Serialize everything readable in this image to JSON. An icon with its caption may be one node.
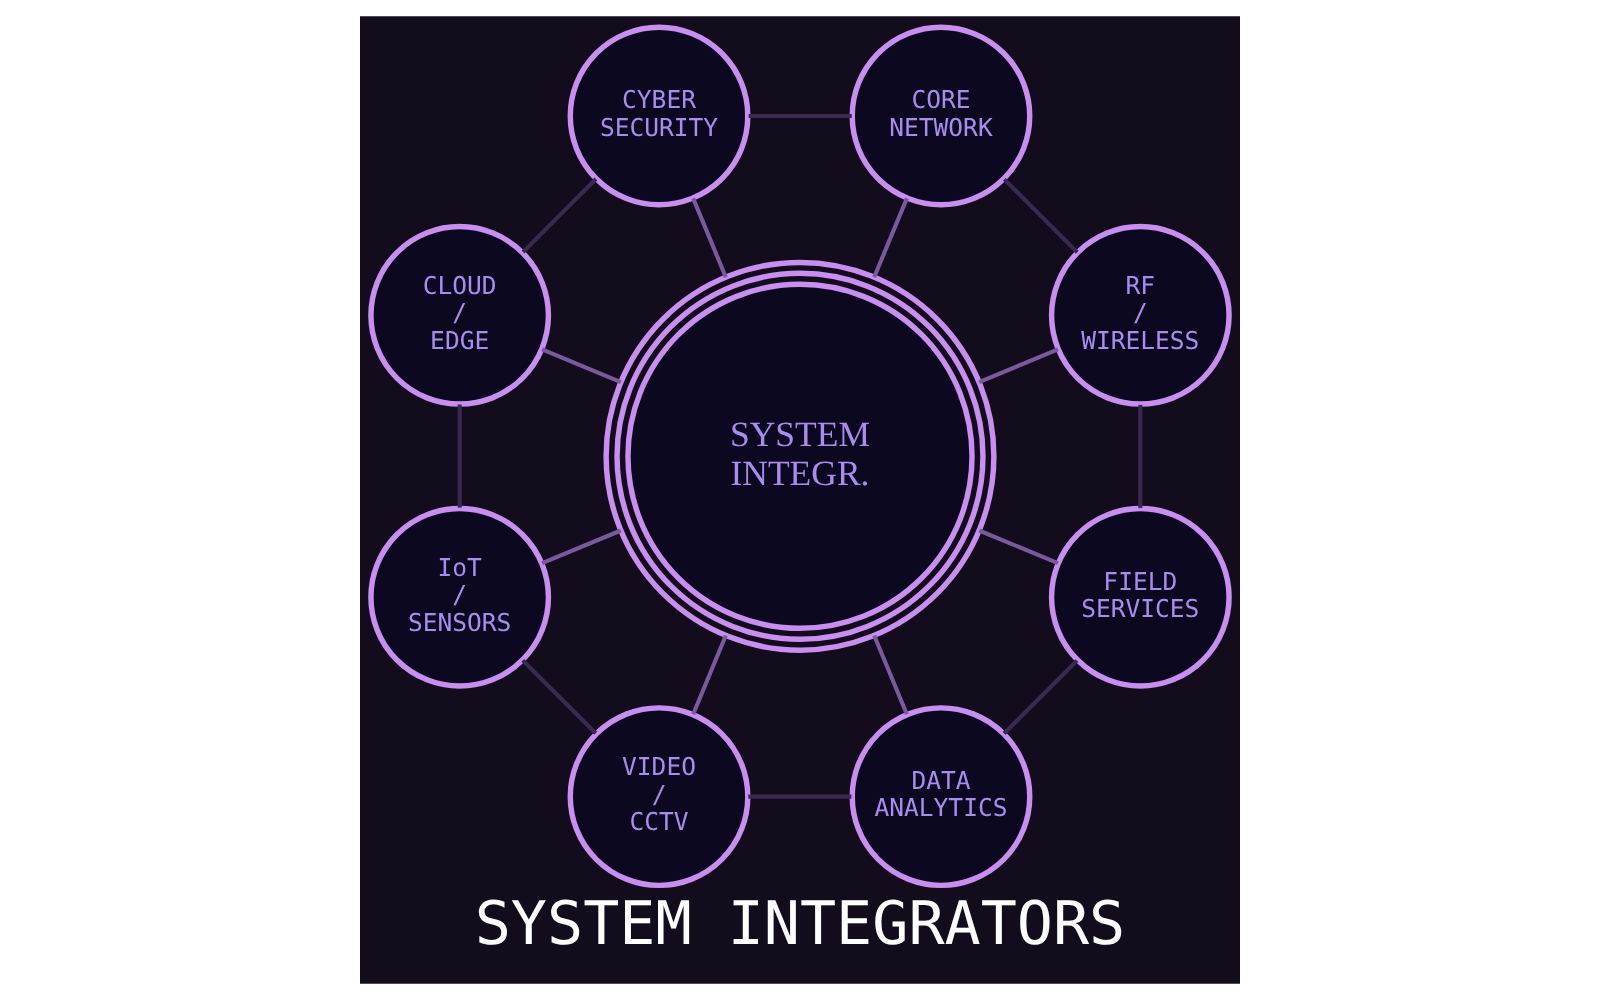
{
  "diagram": {
    "title": "SYSTEM INTEGRATORS",
    "nodes": [
      {
        "text": [
          "SYSTEM INTEGR."
        ]
      },
      {
        "text": [
          "RF / WIRELESS"
        ]
      },
      {
        "text": [
          "CORE NETWORK"
        ]
      },
      {
        "text": [
          "CYBER SECURITY"
        ]
      },
      {
        "text": [
          "CLOUD / EDGE"
        ]
      },
      {
        "text": [
          "IoT / SENSORS"
        ]
      },
      {
        "text": [
          "VIDEO / CCTV"
        ]
      },
      {
        "text": [
          "DATA ANALYTICS"
        ]
      },
      {
        "text": [
          "FIELD SERVICES"
        ]
      }
    ],
    "edges": [
      {
        "from": 0,
        "to": 1,
        "arrow": "none",
        "color": "#7a5a9e"
      },
      {
        "from": 0,
        "to": 2,
        "arrow": "none",
        "color": "#7a5a9e"
      },
      {
        "from": 0,
        "to": 3,
        "arrow": "none",
        "color": "#7a5a9e"
      },
      {
        "from": 0,
        "to": 4,
        "arrow": "none",
        "color": "#7a5a9e"
      },
      {
        "from": 0,
        "to": 5,
        "arrow": "none",
        "color": "#7a5a9e"
      },
      {
        "from": 0,
        "to": 6,
        "arrow": "none",
        "color": "#7a5a9e"
      },
      {
        "from": 0,
        "to": 7,
        "arrow": "none",
        "color": "#7a5a9e"
      },
      {
        "from": 0,
        "to": 8,
        "arrow": "none",
        "color": "#7a5a9e"
      },
      {
        "from": 8,
        "to": 1,
        "arrow": "none",
        "color": "#3a2a52"
      },
      {
        "from": 1,
        "to": 2,
        "arrow": "none",
        "color": "#3a2a52"
      },
      {
        "from": 2,
        "to": 3,
        "arrow": "none",
        "color": "#3a2a52"
      },
      {
        "from": 3,
        "to": 4,
        "arrow": "none",
        "color": "#3a2a52"
      },
      {
        "from": 4,
        "to": 5,
        "arrow": "none",
        "color": "#3a2a52"
      },
      {
        "from": 5,
        "to": 6,
        "arrow": "none",
        "color": "#3a2a52"
      },
      {
        "from": 6,
        "to": 7,
        "arrow": "none",
        "color": "#3a2a52"
      },
      {
        "from": 7,
        "to": 8,
        "arrow": "none",
        "color": "#3a2a52"
      }
    ]
  }
}
